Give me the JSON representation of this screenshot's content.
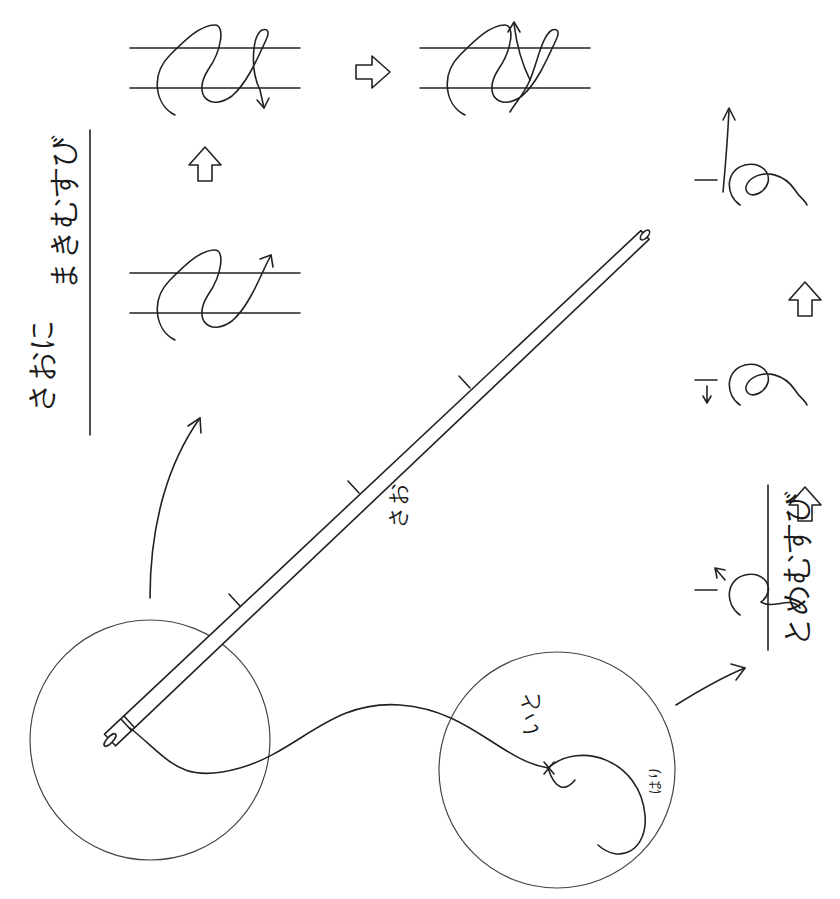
{
  "diagram": {
    "labels": [
      "まきむすび",
      "さおに",
      "さお",
      "いと",
      "はり",
      "とめむすび"
    ]
  }
}
